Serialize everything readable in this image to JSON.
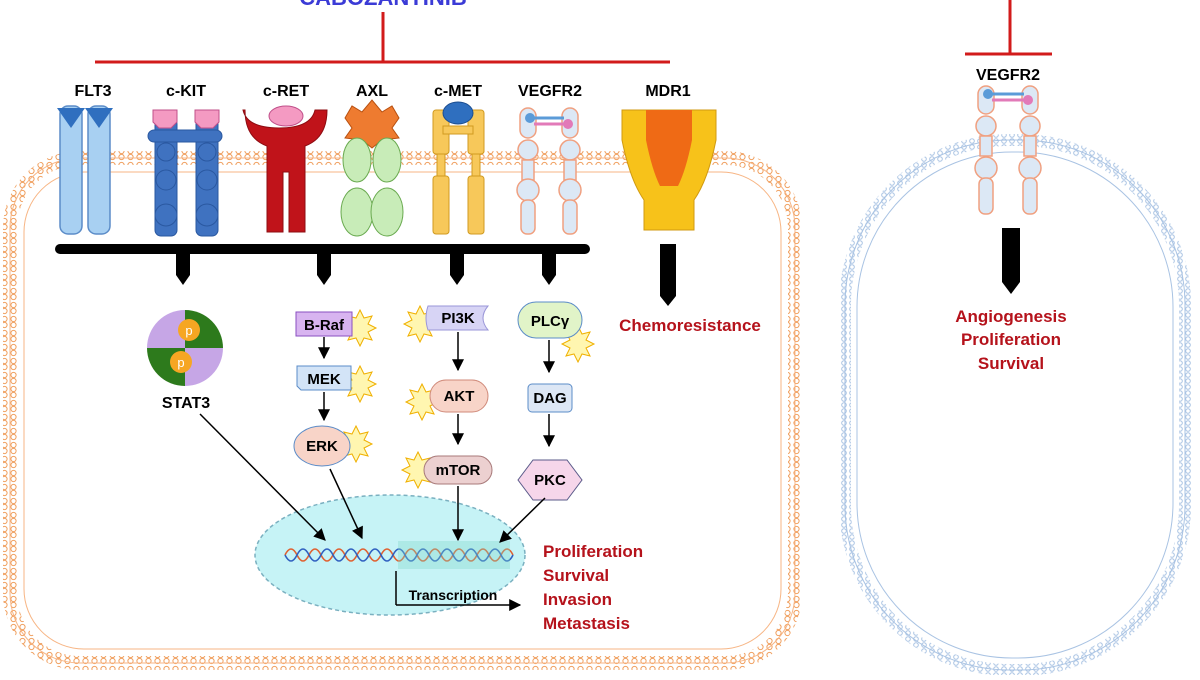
{
  "drug": {
    "name": "CABOZANTINIB"
  },
  "receptors": {
    "flt3": "FLT3",
    "ckit": "c-KIT",
    "cret": "c-RET",
    "axl": "AXL",
    "cmet": "c-MET",
    "vegfr2": "VEGFR2",
    "mdr1": "MDR1"
  },
  "outcomes": {
    "chemoresistance": "Chemoresistance",
    "nuclear": [
      "Proliferation",
      "Survival",
      "Invasion",
      "Metastasis"
    ],
    "endothelial": [
      "Angiogenesis",
      "Proliferation",
      "Survival"
    ]
  },
  "pathways": {
    "stat3": "STAT3",
    "phospho": "p",
    "braf": "B-Raf",
    "mek": "MEK",
    "erk": "ERK",
    "pi3k": "PI3K",
    "akt": "AKT",
    "mtor": "mTOR",
    "plcy": "PLCγ",
    "dag": "DAG",
    "pkc": "PKC"
  },
  "nucleus": {
    "transcription": "Transcription"
  },
  "endothelial_cell": {
    "receptor": "VEGFR2"
  }
}
